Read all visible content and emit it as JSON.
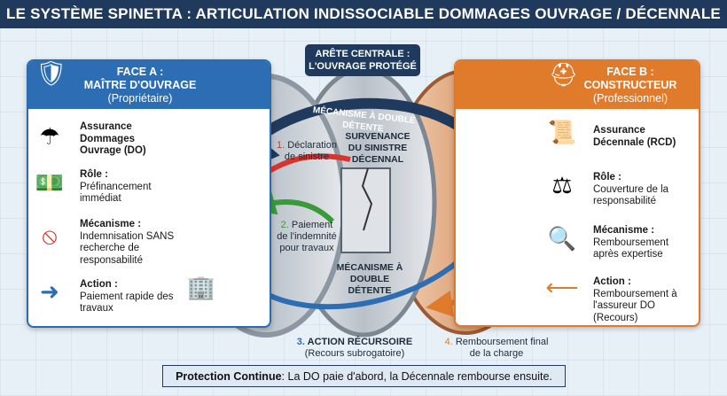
{
  "title": "LE SYSTÈME SPINETTA : ARTICULATION INDISSOCIABLE DOMMAGES OUVRAGE / DÉCENNALE",
  "face_a": {
    "line1": "FACE A :",
    "line2": "MAÎTRE D'OUVRAGE",
    "line3": "(Propriétaire)",
    "color": "#2c6db3",
    "icon": "shield-house-icon",
    "items": [
      {
        "icon": "umbrella-icon",
        "title": "Assurance Dommages Ouvrage (DO)",
        "text": ""
      },
      {
        "icon": "money-clock-icon",
        "title": "Rôle :",
        "text": "Préfinancement immédiat"
      },
      {
        "icon": "no-gavel-icon",
        "title": "Mécanisme :",
        "text": "Indemnisation SANS recherche de responsabilité"
      },
      {
        "icon": "arrow-right-icon",
        "title": "Action :",
        "text": "Paiement rapide des travaux"
      }
    ]
  },
  "face_b": {
    "line1": "FACE B :",
    "line2": "CONSTRUCTEUR",
    "line3": "(Professionnel)",
    "color": "#e07b2c",
    "icon": "hardhat-gears-icon",
    "items": [
      {
        "icon": "contract-icon",
        "title": "Assurance Décennale (RCD)",
        "text": ""
      },
      {
        "icon": "scales-icon",
        "title": "Rôle :",
        "text": "Couverture de la responsabilité"
      },
      {
        "icon": "magnifier-document-icon",
        "title": "Mécanisme :",
        "text": "Remboursement après expertise"
      },
      {
        "icon": "arrow-left-icon",
        "title": "Action :",
        "text": "Remboursement à l'assureur DO (Recours)"
      }
    ]
  },
  "center": {
    "label": "ARÊTE CENTRALE : L'OUVRAGE PROTÉGÉ",
    "arc_label": "MÉCANISME À DOUBLE DÉTENTE",
    "event": "SURVENANCE DU SINISTRE DÉCENNAL",
    "bottom_label": "MÉCANISME À DOUBLE DÉTENTE"
  },
  "steps": [
    {
      "num": "1.",
      "text": "Déclaration de sinistre",
      "color": "#d9342b"
    },
    {
      "num": "2.",
      "text": "Paiement de l'indemnité pour travaux",
      "color": "#3a9a3a"
    },
    {
      "num": "3.",
      "text": "ACTION RÉCURSOIRE",
      "sub": "(Recours subrogatoire)",
      "color": "#2c6db3"
    },
    {
      "num": "4.",
      "text": "Remboursement final de la charge",
      "color": "#e07b2c"
    }
  ],
  "banner": {
    "bold": "Protection Continue",
    "text": " : La DO paie d'abord, la Décennale rembourse ensuite."
  }
}
